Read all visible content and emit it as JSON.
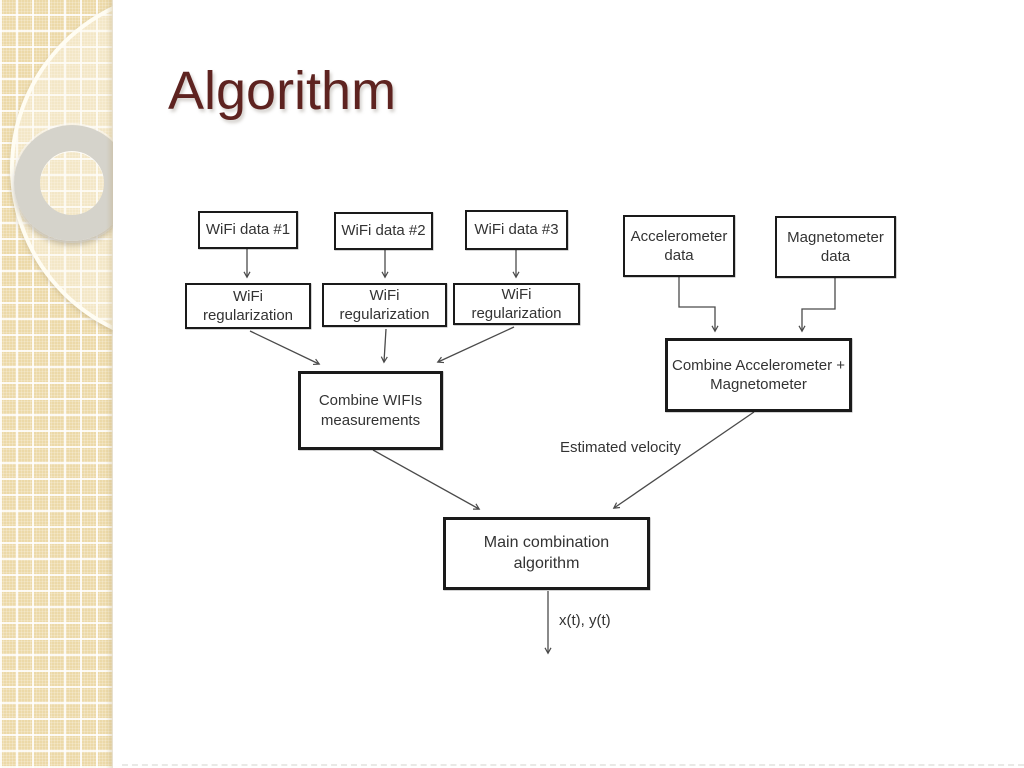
{
  "title": "Algorithm",
  "diagram": {
    "boxes": {
      "wifi_data_1": "WiFi data #1",
      "wifi_data_2": "WiFi data #2",
      "wifi_data_3": "WiFi data #3",
      "accelerometer_data": "Accelerometer data",
      "magnetometer_data": "Magnetometer data",
      "wifi_regularization_1": "WiFi regularization",
      "wifi_regularization_2": "WiFi regularization",
      "wifi_regularization_3": "WiFi regularization",
      "combine_wifis": "Combine WIFIs measurements",
      "combine_accel_magnet": "Combine Accelerometer + Magnetometer",
      "main_combination": "Main combination algorithm"
    },
    "edge_labels": {
      "estimated_velocity": "Estimated velocity",
      "output": "x(t), y(t)"
    }
  },
  "colors": {
    "title_text": "#5e2320",
    "sidebar_tile": "#ecd9a8",
    "gray_ring": "#d5d3cb",
    "box_border": "#1a1a1a",
    "box_text": "#333333",
    "connector": "#4a4a4a"
  }
}
